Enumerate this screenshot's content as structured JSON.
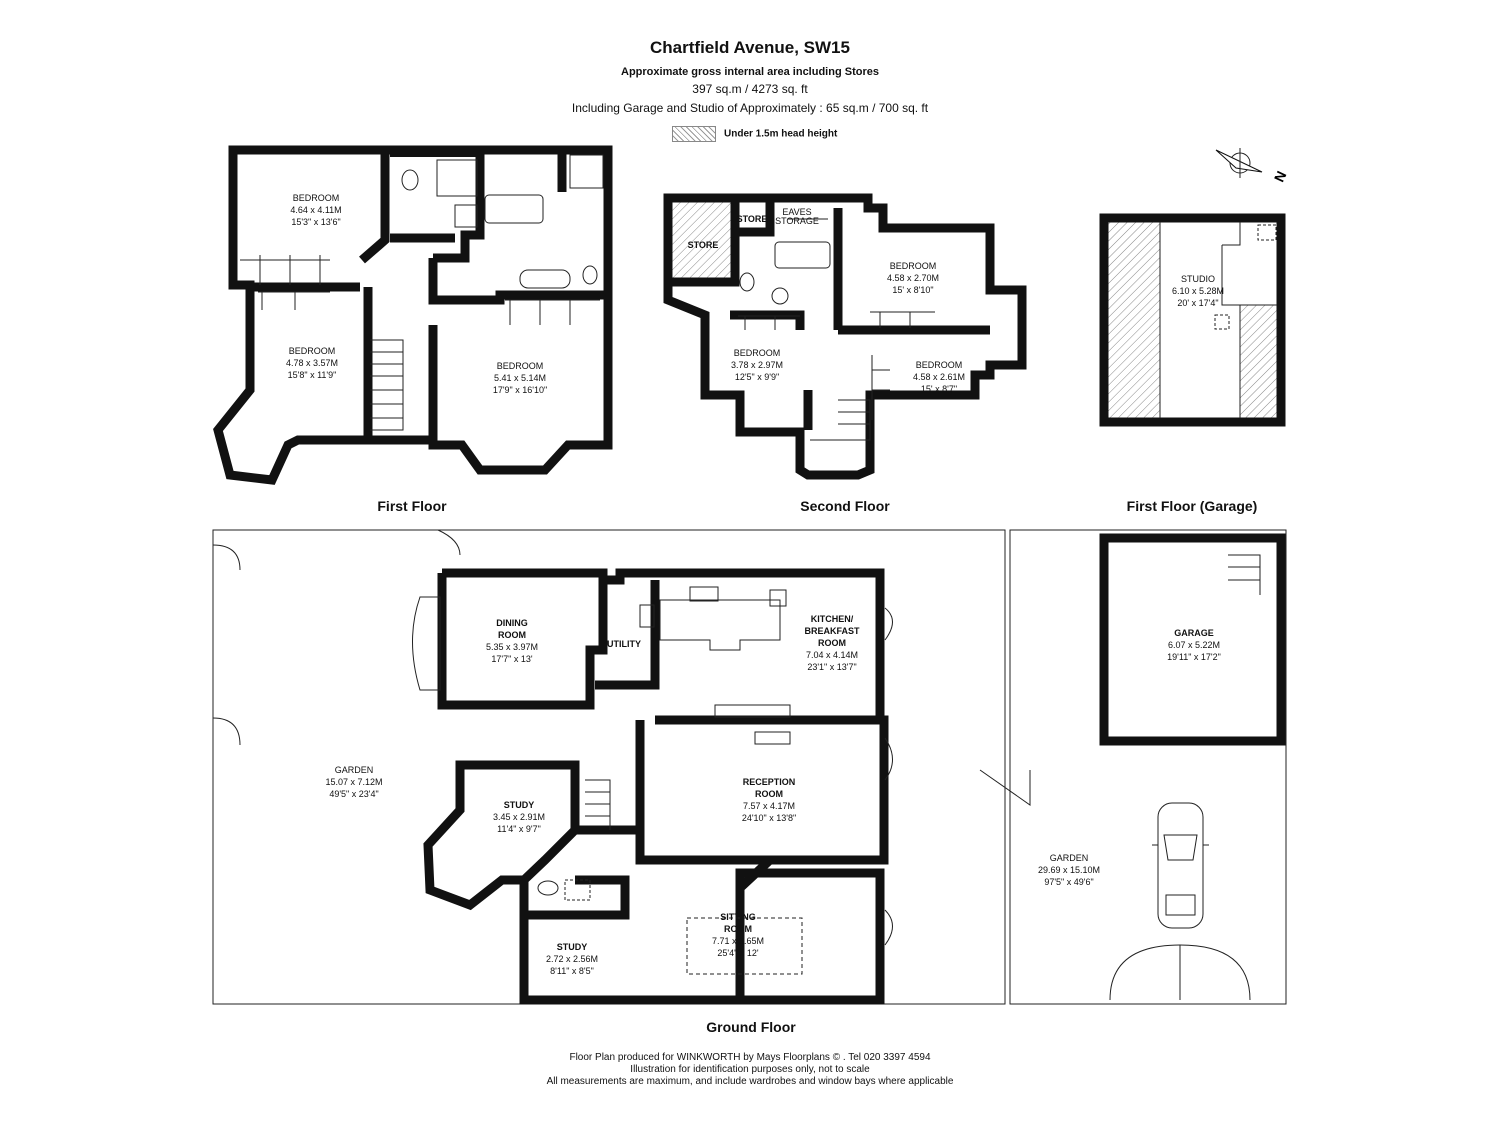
{
  "header": {
    "title": "Chartfield Avenue, SW15",
    "subtitle": "Approximate gross internal area including Stores",
    "area": "397 sq.m  /  4273 sq. ft",
    "garage_area": "Including Garage and Studio of Approximately : 65 sq.m /  700 sq. ft"
  },
  "legend": {
    "label": "Under 1.5m head height"
  },
  "compass": {
    "label": "N"
  },
  "floors": {
    "first": {
      "label": "First Floor",
      "rooms": [
        {
          "name": "BEDROOM",
          "metric": "4.64 x 4.11M",
          "imperial": "15'3\" x 13'6\""
        },
        {
          "name": "BEDROOM",
          "metric": "4.78 x 3.57M",
          "imperial": "15'8\" x 11'9\""
        },
        {
          "name": "BEDROOM",
          "metric": "5.41 x 5.14M",
          "imperial": "17'9\" x 16'10\""
        }
      ]
    },
    "second": {
      "label": "Second Floor",
      "store1": "STORE",
      "store2": "STORE",
      "eaves": "EAVES",
      "storage": "STORAGE",
      "rooms": [
        {
          "name": "BEDROOM",
          "metric": "4.58 x 2.70M",
          "imperial": "15' x 8'10\""
        },
        {
          "name": "BEDROOM",
          "metric": "3.78 x 2.97M",
          "imperial": "12'5\" x 9'9\""
        },
        {
          "name": "BEDROOM",
          "metric": "4.58 x 2.61M",
          "imperial": "15' x 8'7\""
        }
      ]
    },
    "garage_first": {
      "label": "First Floor (Garage)",
      "room": {
        "name": "STUDIO",
        "metric": "6.10 x 5.28M",
        "imperial": "20' x 17'4\""
      }
    },
    "ground": {
      "label": "Ground Floor",
      "garden": {
        "name": "GARDEN",
        "metric": "15.07 x 7.12M",
        "imperial": "49'5\" x 23'4\""
      },
      "dining": {
        "name1": "DINING",
        "name2": "ROOM",
        "metric": "5.35 x 3.97M",
        "imperial": "17'7\" x 13'"
      },
      "utility": {
        "name": "UTILITY"
      },
      "kitchen": {
        "name1": "KITCHEN/",
        "name2": "BREAKFAST",
        "name3": "ROOM",
        "metric": "7.04 x 4.14M",
        "imperial": "23'1\" x 13'7\""
      },
      "reception": {
        "name1": "RECEPTION",
        "name2": "ROOM",
        "metric": "7.57 x 4.17M",
        "imperial": "24'10\" x 13'8\""
      },
      "study1": {
        "name": "STUDY",
        "metric": "3.45 x 2.91M",
        "imperial": "11'4\" x 9'7\""
      },
      "study2": {
        "name": "STUDY",
        "metric": "2.72 x 2.56M",
        "imperial": "8'11\" x 8'5\""
      },
      "sitting": {
        "name1": "SITTING",
        "name2": "ROOM",
        "metric": "7.71 x 3.65M",
        "imperial": "25'4\" x 12'"
      },
      "garage": {
        "name": "GARAGE",
        "metric": "6.07 x 5.22M",
        "imperial": "19'11\" x 17'2\""
      },
      "garden2": {
        "name": "GARDEN",
        "metric": "29.69 x 15.10M",
        "imperial": "97'5\" x 49'6\""
      }
    }
  },
  "footer": {
    "line1": "Floor Plan produced for WINKWORTH by Mays Floorplans ©  . Tel 020 3397 4594",
    "line2": "Illustration for identification purposes only, not to scale",
    "line3": "All measurements are maximum, and include wardrobes and window bays where applicable"
  }
}
